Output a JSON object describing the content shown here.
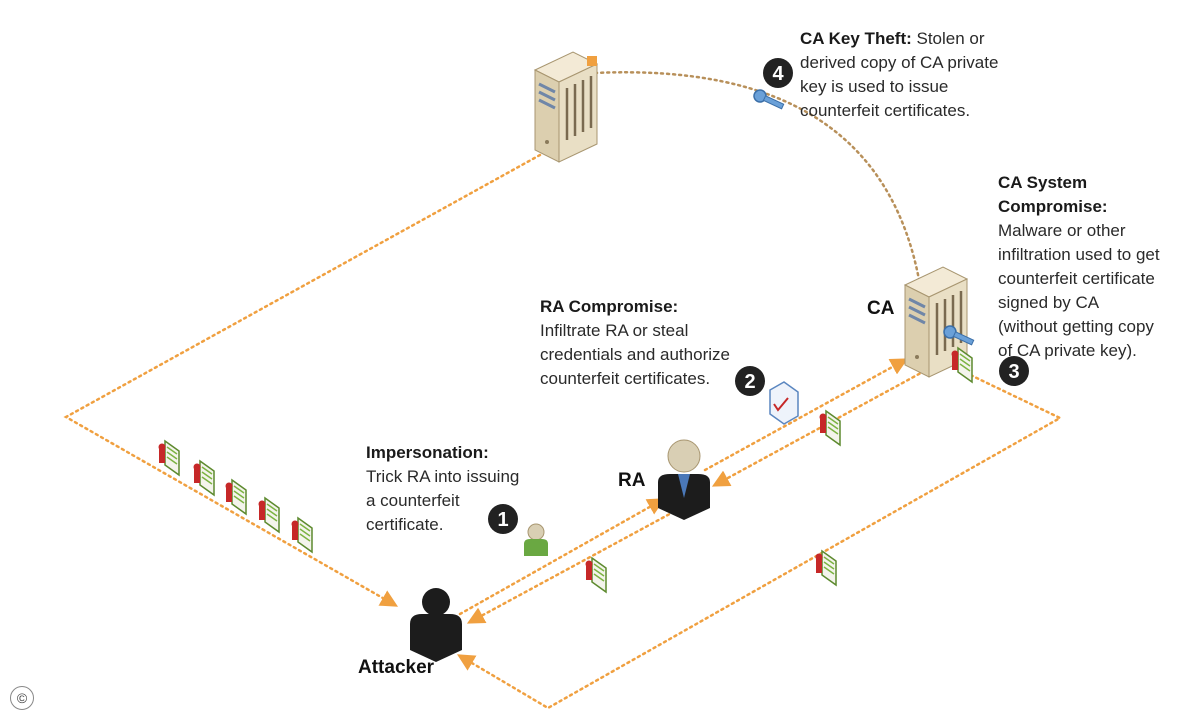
{
  "nodes": {
    "ca_label": "CA",
    "ra_label": "RA",
    "attacker_label": "Attacker"
  },
  "steps": [
    {
      "number": "1",
      "title": "Impersonation:",
      "lines": [
        "Trick RA into issuing",
        "a counterfeit",
        "certificate."
      ]
    },
    {
      "number": "2",
      "title": "RA Compromise:",
      "lines": [
        "Infiltrate RA or steal",
        "credentials and authorize",
        "counterfeit certificates."
      ]
    },
    {
      "number": "3",
      "title_lines": [
        "CA System",
        "Compromise:"
      ],
      "lines": [
        "Malware or other",
        "infiltration used to get",
        "counterfeit certificate",
        "signed by CA",
        "(without getting copy",
        "of CA private key)."
      ]
    },
    {
      "number": "4",
      "title": "CA Key Theft:",
      "title_rest": " Stolen or",
      "lines": [
        "derived copy of CA private",
        "key is used to issue",
        "counterfeit certificates."
      ]
    }
  ],
  "copyright_symbol": "©",
  "icons": [
    "server-icon",
    "person-icon",
    "certificate-icon",
    "key-icon"
  ],
  "colors": {
    "path_orange": "#f0a040",
    "arc_brown": "#b8905a",
    "server_beige": "#e7dcc2",
    "cert_green": "#7cb342",
    "cert_red": "#c62828"
  }
}
